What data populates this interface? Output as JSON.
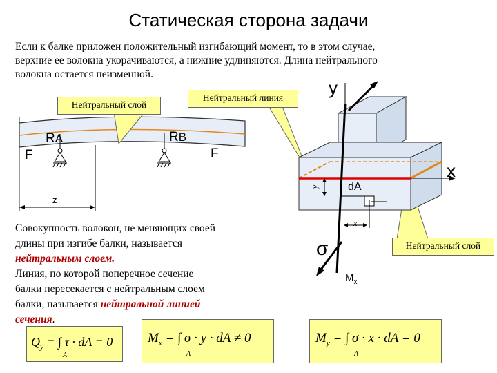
{
  "title": "Статическая сторона задачи",
  "intro": [
    "Если к балке приложен положительный изгибающий момент, то в этом случае,",
    "верхние ее волокна укорачиваются, а нижние удлиняются. Длина нейтрального",
    "волокна остается неизменной."
  ],
  "callouts": {
    "neutral_layer": "Нейтральный слой",
    "neutral_line": "Нейтральный линия",
    "neutral_layer_right": "Нейтральный слой"
  },
  "beam": {
    "force_left": "F",
    "force_right": "F",
    "support_a": "R",
    "support_a_sub": "A",
    "support_b": "R",
    "support_b_sub": "B",
    "dim_z": "z"
  },
  "section": {
    "axis_y": "y",
    "axis_x": "x",
    "da": "dA",
    "y_small": "y",
    "x_small": "x",
    "sigma": "σ",
    "moment": "M",
    "moment_sub": "x"
  },
  "definition": {
    "l1": "Совокупность волокон, не меняющих своей",
    "l2": "длины при изгибе балки, называется",
    "l3_hl": "нейтральным слоем.",
    "l4": " Линия, по которой поперечное сечение",
    "l5": "балки пересекается с нейтральным слоем",
    "l6_text": "балки, называется ",
    "l6_hl": "нейтральной линией",
    "l7_hl": "сечения",
    "l7_end": "."
  },
  "formulas": {
    "qy_q": "Q",
    "qy_sub": "y",
    "qy_body": "= ∫ τ · dA = 0",
    "mx_m": "M",
    "mx_sub": "x",
    "mx_body": "= ∫ σ · y · dA ≠ 0",
    "my_m": "M",
    "my_sub": "y",
    "my_body": "= ∫ σ · x · dA = 0",
    "area_sub": "A"
  }
}
